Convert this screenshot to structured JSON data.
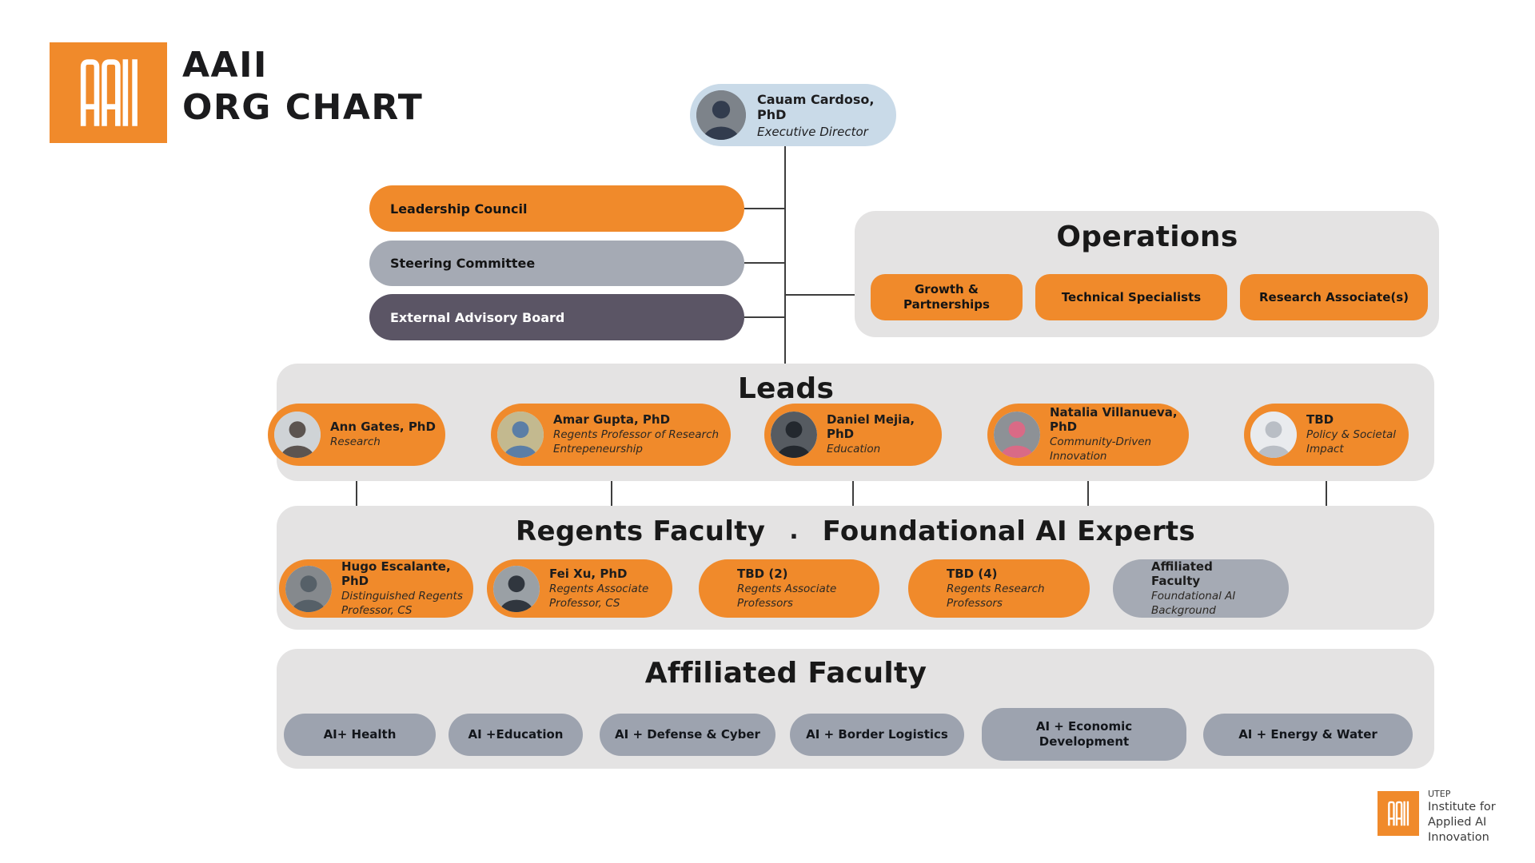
{
  "colors": {
    "brand_orange": "#F08A2B",
    "panel_gray": "#E4E3E3",
    "executive_blue": "#C9DAE8",
    "committee_gray": "#A5AAB4",
    "advisory_dark": "#5B5565",
    "area_pill_gray": "#9DA3AF",
    "text_dark": "#1D1D1F"
  },
  "header": {
    "logo_text": "AAII",
    "title_line1": "AAII",
    "title_line2": "ORG CHART"
  },
  "executive": {
    "name": "Cauam Cardoso, PhD",
    "role": "Executive Director"
  },
  "governance": {
    "items": [
      {
        "label": "Leadership Council"
      },
      {
        "label": "Steering Committee"
      },
      {
        "label": "External Advisory Board"
      }
    ]
  },
  "operations": {
    "title": "Operations",
    "roles": [
      "Growth & Partnerships",
      "Technical Specialists",
      "Research Associate(s)"
    ]
  },
  "leads": {
    "title": "Leads",
    "members": [
      {
        "name": "Ann Gates, PhD",
        "role": "Research"
      },
      {
        "name": "Amar Gupta, PhD",
        "role": "Regents Professor of Research Entrepeneurship"
      },
      {
        "name": "Daniel Mejia, PhD",
        "role": "Education"
      },
      {
        "name": "Natalia Villanueva, PhD",
        "role": "Community-Driven Innovation"
      },
      {
        "name": "TBD",
        "role": "Policy & Societal Impact"
      }
    ]
  },
  "regents": {
    "title_left": "Regents Faculty",
    "separator": ".",
    "title_right": "Foundational AI Experts",
    "members": [
      {
        "name": "Hugo Escalante, PhD",
        "role": "Distinguished Regents Professor, CS"
      },
      {
        "name": "Fei Xu, PhD",
        "role": "Regents Associate Professor, CS"
      },
      {
        "name": "TBD (2)",
        "role": "Regents Associate Professors"
      },
      {
        "name": "TBD (4)",
        "role": "Regents Research Professors"
      },
      {
        "name": "Affiliated Faculty",
        "role": "Foundational AI Background"
      }
    ]
  },
  "affiliated": {
    "title": "Affiliated Faculty",
    "areas": [
      "AI+ Health",
      "AI +Education",
      "AI + Defense & Cyber",
      "AI + Border Logistics",
      "AI + Economic Development",
      "AI + Energy & Water"
    ]
  },
  "footer": {
    "org": "UTEP",
    "line1": "Institute for",
    "line2": "Applied AI",
    "line3": "Innovation"
  }
}
